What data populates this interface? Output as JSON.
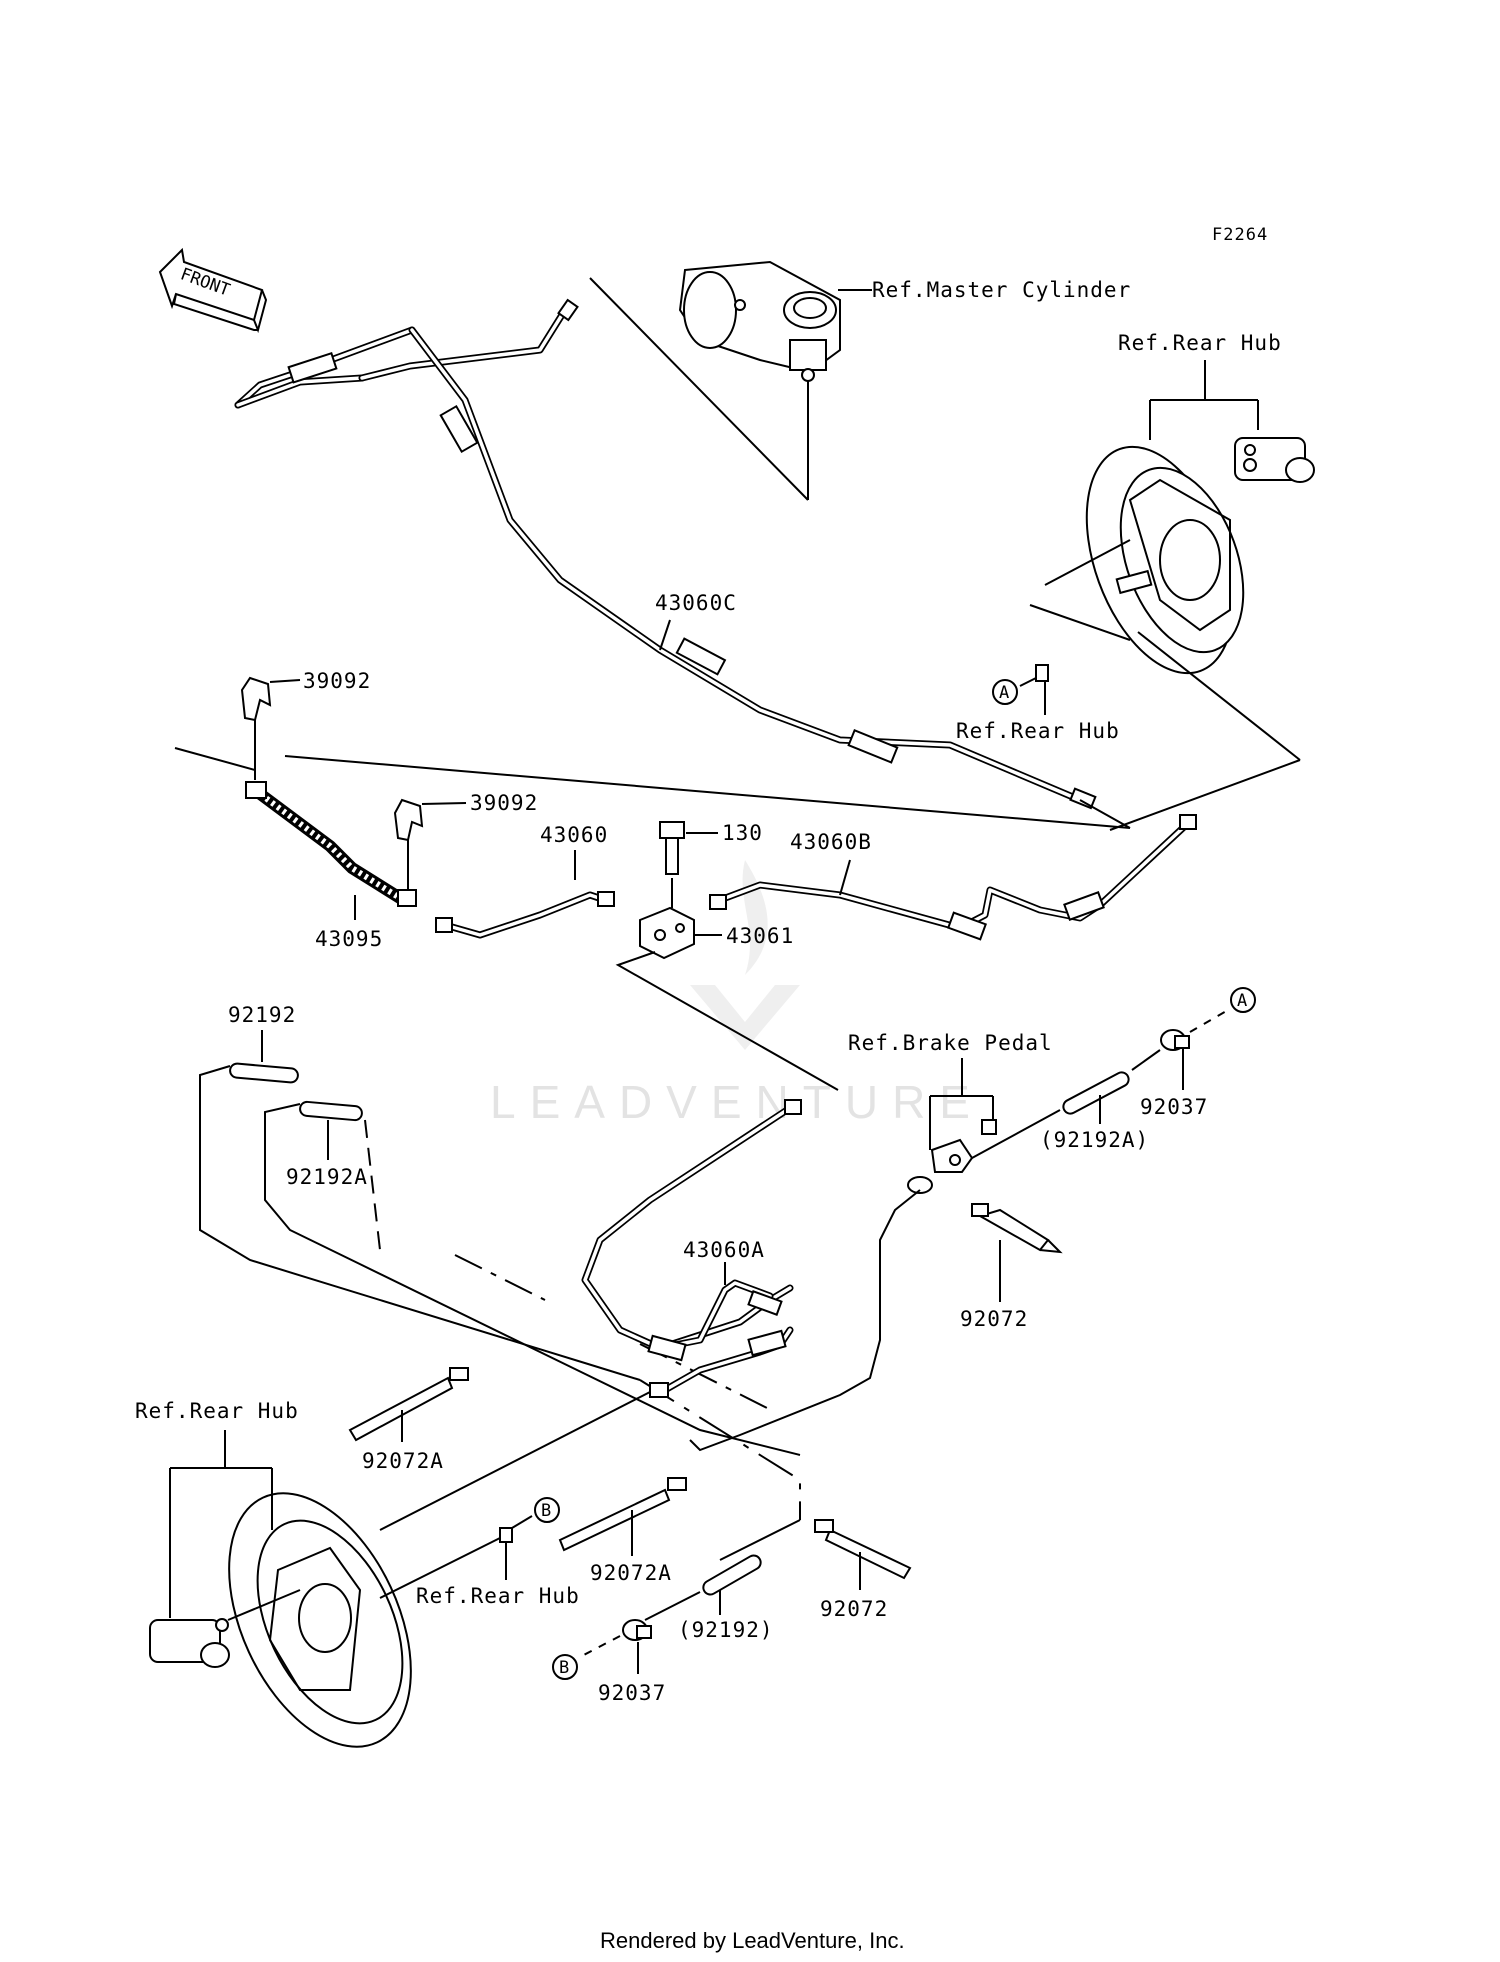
{
  "diagram_code": "F2264",
  "front_label": "FRONT",
  "watermark": "LEADVENTURE",
  "footer": "Rendered by LeadVenture, Inc.",
  "callouts": {
    "A": "A",
    "B": "B"
  },
  "labels": {
    "ref_master_cylinder": "Ref.Master Cylinder",
    "ref_rear_hub_top": "Ref.Rear Hub",
    "ref_rear_hub_mid": "Ref.Rear Hub",
    "ref_rear_hub_bottom_left": "Ref.Rear Hub",
    "ref_rear_hub_bottom": "Ref.Rear Hub",
    "ref_brake_pedal": "Ref.Brake Pedal",
    "p43060C": "43060C",
    "p39092_top": "39092",
    "p39092_mid": "39092",
    "p43060": "43060",
    "p130": "130",
    "p43060B": "43060B",
    "p43095": "43095",
    "p43061": "43061",
    "p92192": "92192",
    "p92192A": "92192A",
    "p92192A_paren": "(92192A)",
    "p92037_top": "92037",
    "p43060A": "43060A",
    "p92072_top": "92072",
    "p92072A_left": "92072A",
    "p92072A_bottom": "92072A",
    "p92072_bottom": "92072",
    "p92192_paren": "(92192)",
    "p92037_bottom": "92037"
  }
}
